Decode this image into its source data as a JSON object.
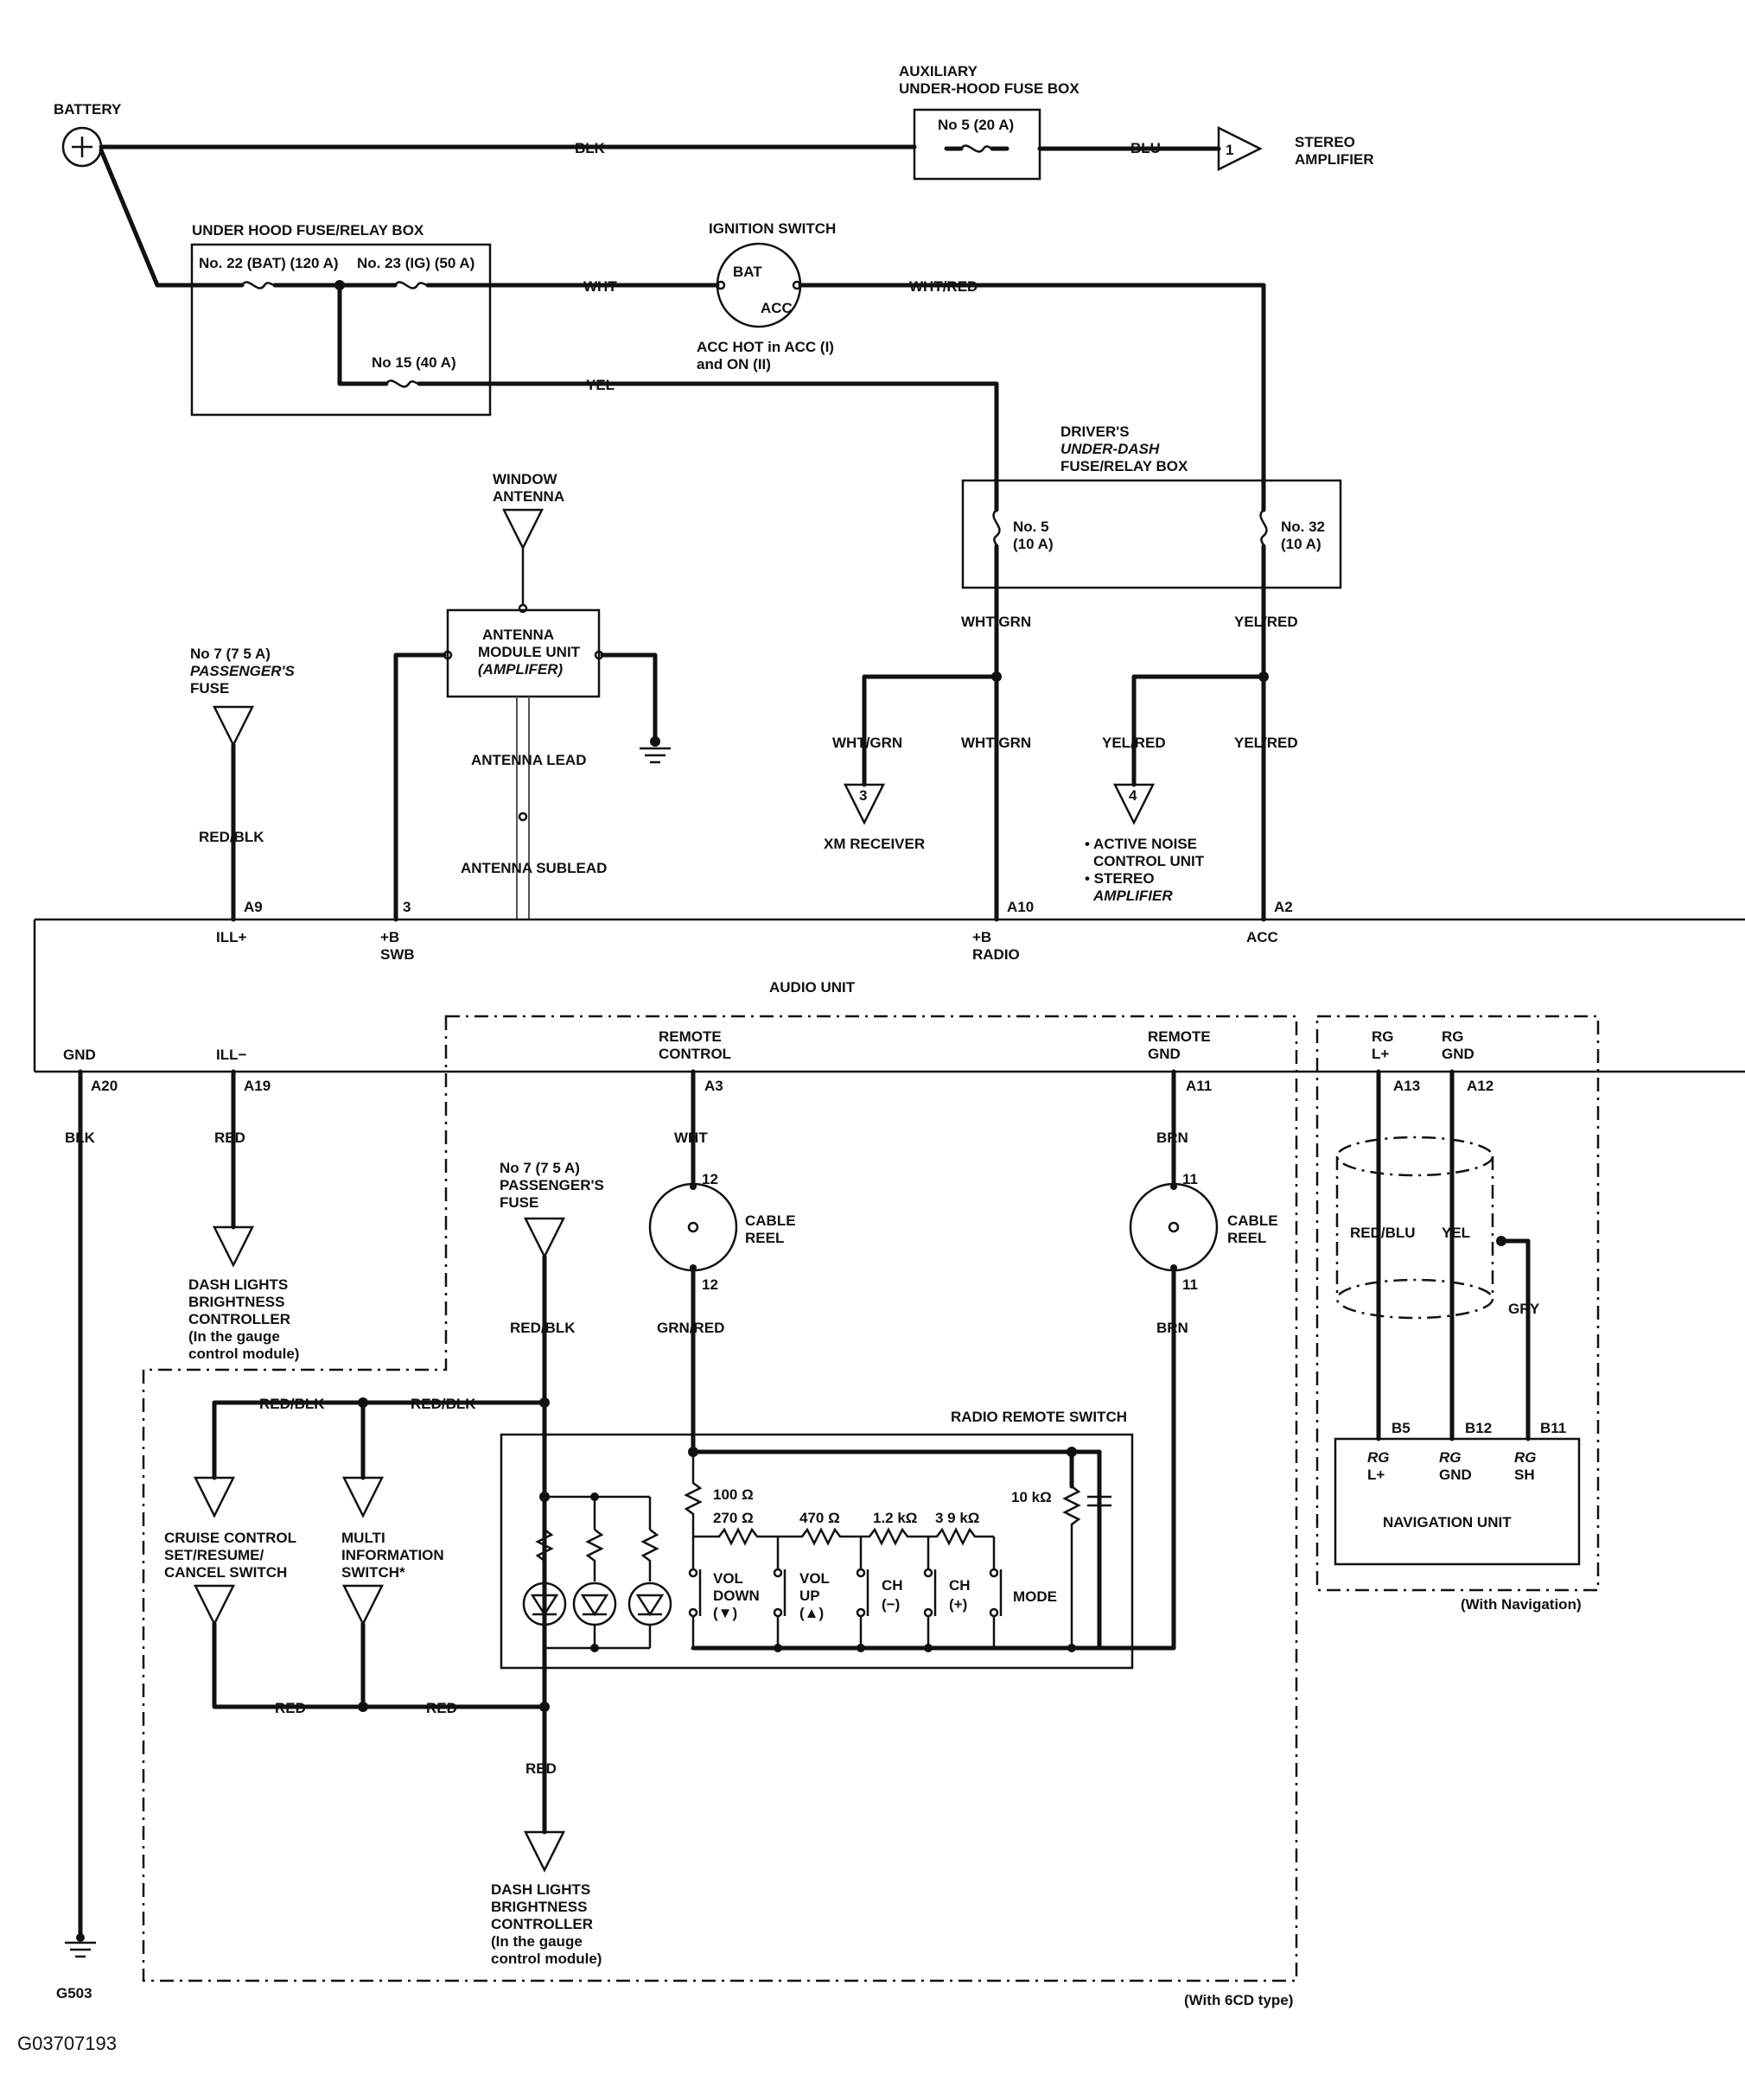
{
  "labels": {
    "battery": "BATTERY",
    "aux_box_1": "AUXILIARY",
    "aux_box_2": "UNDER-HOOD FUSE BOX",
    "aux_fuse": "No 5 (20 A)",
    "blk_top": "BLK",
    "blu_top": "BLU",
    "conn1": "1",
    "stereo_amp_1": "STEREO",
    "stereo_amp_2": "AMPLIFIER",
    "uh_box": "UNDER HOOD FUSE/RELAY BOX",
    "fuse22": "No. 22 (BAT) (120 A)",
    "fuse23": "No. 23 (IG) (50 A)",
    "fuse15": "No 15 (40 A)",
    "wht_top": "WHT",
    "yel_top": "YEL",
    "ign_switch": "IGNITION SWITCH",
    "ign_bat": "BAT",
    "ign_acc": "ACC",
    "acc_hot_1": "ACC HOT in ACC (I)",
    "acc_hot_2": "and ON (II)",
    "whtred_top": "WHT/RED",
    "drv_box_1": "DRIVER'S",
    "drv_box_2": "UNDER-DASH",
    "drv_box_3": "FUSE/RELAY BOX",
    "fuse5_1": "No. 5",
    "fuse5_2": "(10 A)",
    "fuse32_1": "No. 32",
    "fuse32_2": "(10 A)",
    "whtgrn_1": "WHT/GRN",
    "yelred_1": "YEL/RED",
    "whtgrn_2": "WHT/GRN",
    "whtgrn_3": "WHT/GRN",
    "yelred_2": "YEL/RED",
    "yelred_3": "YEL/RED",
    "conn3": "3",
    "xm": "XM RECEIVER",
    "conn4": "4",
    "anc_1": "• ACTIVE NOISE",
    "anc_2": "CONTROL UNIT",
    "anc_3": "• STEREO",
    "anc_4": "AMPLIFIER",
    "win_ant_1": "WINDOW",
    "win_ant_2": "ANTENNA",
    "ant_mod_1": "ANTENNA",
    "ant_mod_2": "MODULE UNIT",
    "ant_mod_3": "(AMPLIFER)",
    "ant_lead": "ANTENNA LEAD",
    "ant_sublead": "ANTENNA SUBLEAD",
    "fuse7_a_1": "No 7 (7 5 A)",
    "fuse7_a_2": "PASSENGER'S",
    "fuse7_a_3": "FUSE",
    "redblk_a": "RED/BLK",
    "pin_a9": "A9",
    "pin_3": "3",
    "pin_a10": "A10",
    "pin_a2": "A2",
    "ill_plus": "ILL+",
    "b_swb_1": "+B",
    "b_swb_2": "SWB",
    "b_radio_1": "+B",
    "b_radio_2": "RADIO",
    "acc_pin": "ACC",
    "audio_unit": "AUDIO UNIT",
    "gnd": "GND",
    "ill_minus": "ILL−",
    "remote_ctrl_1": "REMOTE",
    "remote_ctrl_2": "CONTROL",
    "remote_gnd_1": "REMOTE",
    "remote_gnd_2": "GND",
    "rg_lp_1": "RG",
    "rg_lp_2": "L+",
    "rg_gnd_1": "RG",
    "rg_gnd_2": "GND",
    "pin_a20": "A20",
    "pin_a19": "A19",
    "pin_a3": "A3",
    "pin_a11": "A11",
    "pin_a13": "A13",
    "pin_a12": "A12",
    "blk_g": "BLK",
    "red_a19": "RED",
    "dash1_1": "DASH LIGHTS",
    "dash1_2": "BRIGHTNESS",
    "dash1_3": "CONTROLLER",
    "dash1_4": "(In the gauge",
    "dash1_5": "control module)",
    "wht_a3": "WHT",
    "brn_a11": "BRN",
    "pin12_top": "12",
    "pin12_bot": "12",
    "pin11_top": "11",
    "pin11_bot": "11",
    "cable_reel_1a": "CABLE",
    "cable_reel_1b": "REEL",
    "cable_reel_2a": "CABLE",
    "cable_reel_2b": "REEL",
    "grnred": "GRN/RED",
    "brn_low": "BRN",
    "fuse7_b_1": "No 7 (7 5 A)",
    "fuse7_b_2": "PASSENGER'S",
    "fuse7_b_3": "FUSE",
    "redblk_b": "RED/BLK",
    "redblk_c": "RED/BLK",
    "redblk_d": "RED/BLK",
    "cruise_1": "CRUISE CONTROL",
    "cruise_2": "SET/RESUME/",
    "cruise_3": "CANCEL SWITCH",
    "multi_1": "MULTI",
    "multi_2": "INFORMATION",
    "multi_3": "SWITCH*",
    "red_1": "RED",
    "red_2": "RED",
    "red_3": "RED",
    "dash2_1": "DASH LIGHTS",
    "dash2_2": "BRIGHTNESS",
    "dash2_3": "CONTROLLER",
    "dash2_4": "(In the gauge",
    "dash2_5": "control module)",
    "radio_remote": "RADIO REMOTE SWITCH",
    "r100": "100 Ω",
    "r270": "270 Ω",
    "r470": "470 Ω",
    "r1k2": "1.2 kΩ",
    "r3k9": "3 9 kΩ",
    "r10k": "10 kΩ",
    "vol_down_1": "VOL",
    "vol_down_2": "DOWN",
    "vol_down_3": "(▼)",
    "vol_up_1": "VOL",
    "vol_up_2": "UP",
    "vol_up_3": "(▲)",
    "ch_m_1": "CH",
    "ch_m_2": "(−)",
    "ch_p_1": "CH",
    "ch_p_2": "(+)",
    "mode": "MODE",
    "redblu": "RED/BLU",
    "yel_nav": "YEL",
    "gry": "GRY",
    "pin_b5": "B5",
    "pin_b12": "B12",
    "pin_b11": "B11",
    "nav_rg1_1": "RG",
    "nav_rg1_2": "L+",
    "nav_rg2_1": "RG",
    "nav_rg2_2": "GND",
    "nav_rg3_1": "RG",
    "nav_rg3_2": "SH",
    "nav_unit": "NAVIGATION UNIT",
    "with_nav": "(With Navigation)",
    "with_6cd": "(With 6CD type)",
    "g503": "G503",
    "code": "G03707193"
  }
}
